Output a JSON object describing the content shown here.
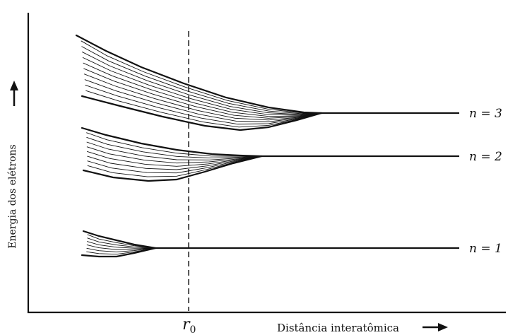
{
  "axes": {
    "y_label": "Energia dos elétrons",
    "x_label": "Distância interatômica",
    "r0_label": "r",
    "r0_subscript": "0"
  },
  "levels": [
    {
      "id": "n3",
      "label": "n = 3",
      "sublevel_lines": 10
    },
    {
      "id": "n2",
      "label": "n = 2",
      "sublevel_lines": 8
    },
    {
      "id": "n1",
      "label": "n = 1",
      "sublevel_lines": 6
    }
  ],
  "colors": {
    "ink": "#111111",
    "background": "#ffffff"
  },
  "icons": {
    "y_arrow": "arrow-up-icon",
    "x_arrow": "arrow-right-icon"
  }
}
